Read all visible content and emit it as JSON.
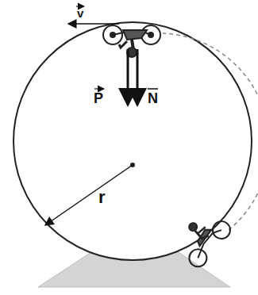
{
  "diagram": {
    "labels": [
      "v",
      "P",
      "N",
      "r"
    ]
  }
}
